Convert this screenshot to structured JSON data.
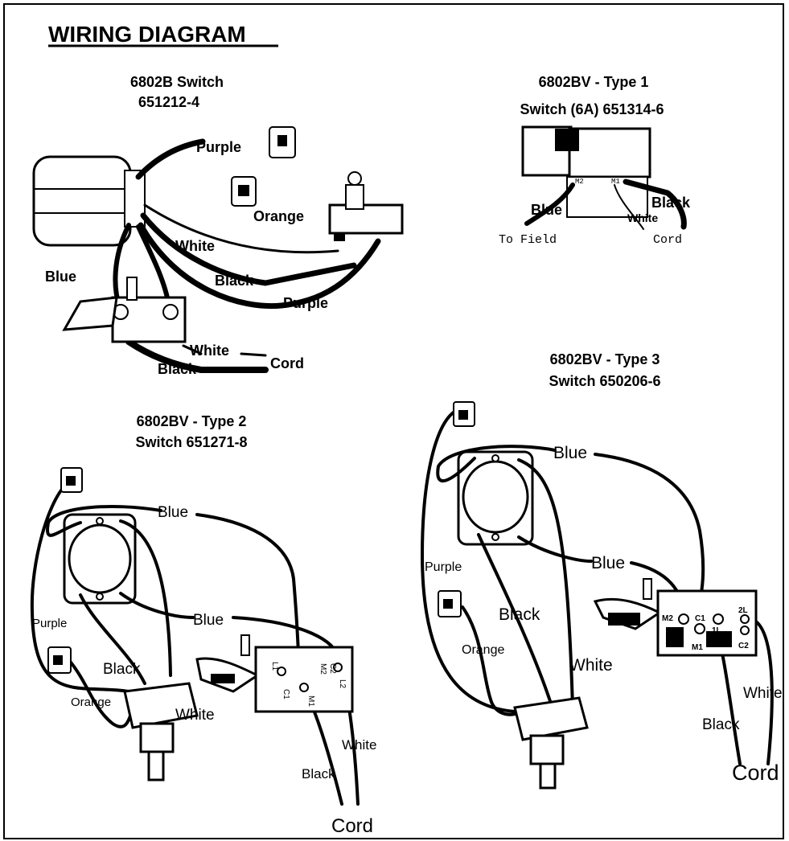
{
  "title": "WIRING DIAGRAM",
  "panels": {
    "p1": {
      "title_line1": "6802B  Switch",
      "title_line2": "651212-4",
      "labels": {
        "purple_top": "Purple",
        "orange": "Orange",
        "white_mid": "White",
        "blue": "Blue",
        "black_mid": "Black",
        "purple_bottom": "Purple",
        "white_bottom": "White",
        "black_bottom": "Black",
        "cord": "Cord"
      }
    },
    "p2": {
      "title_line1": "6802BV - Type 1",
      "title_line2": "Switch (6A) 651314-6",
      "labels": {
        "black": "Black",
        "blue": "Blue",
        "white": "White",
        "to_field": "To Field",
        "cord": "Cord",
        "term_m2": "M2",
        "term_m1": "M1"
      }
    },
    "p3": {
      "title_line1": "6802BV - Type 2",
      "title_line2": "Switch 651271-8",
      "labels": {
        "blue_top": "Blue",
        "blue_mid": "Blue",
        "purple": "Purple",
        "black": "Black",
        "orange": "Orange",
        "white": "White",
        "white_right": "White",
        "black_right": "Black",
        "cord": "Cord",
        "term_l1": "L1",
        "term_c1": "C1",
        "term_m1": "M1",
        "term_m2": "M2",
        "term_c2": "C2",
        "term_l2": "L2"
      }
    },
    "p4": {
      "title_line1": "6802BV - Type 3",
      "title_line2": "Switch 650206-6",
      "labels": {
        "blue_top": "Blue",
        "blue_mid": "Blue",
        "purple": "Purple",
        "black": "Black",
        "orange": "Orange",
        "white": "White",
        "white_right": "White",
        "black_right": "Black",
        "cord": "Cord",
        "term_m2": "M2",
        "term_c1": "C1",
        "term_m1": "M1",
        "term_1l": "1L",
        "term_2l": "2L",
        "term_c2": "C2"
      }
    }
  }
}
